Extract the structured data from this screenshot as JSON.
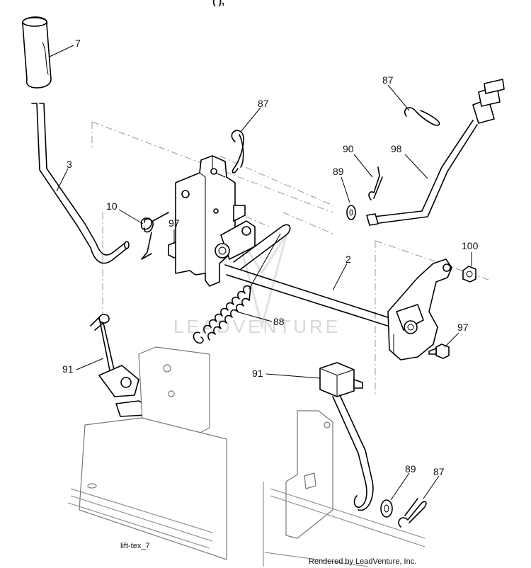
{
  "header": {
    "partial_title": "(                  ),"
  },
  "callouts": [
    "7",
    "87",
    "87",
    "90",
    "98",
    "89",
    "3",
    "10",
    "97",
    "100",
    "2",
    "88",
    "97",
    "91",
    "91",
    "89",
    "87"
  ],
  "footer": {
    "diagram_id": "lift-tex_7",
    "credit": "Rendered by LeadVenture, Inc."
  },
  "watermark": "LEADVENTURE"
}
